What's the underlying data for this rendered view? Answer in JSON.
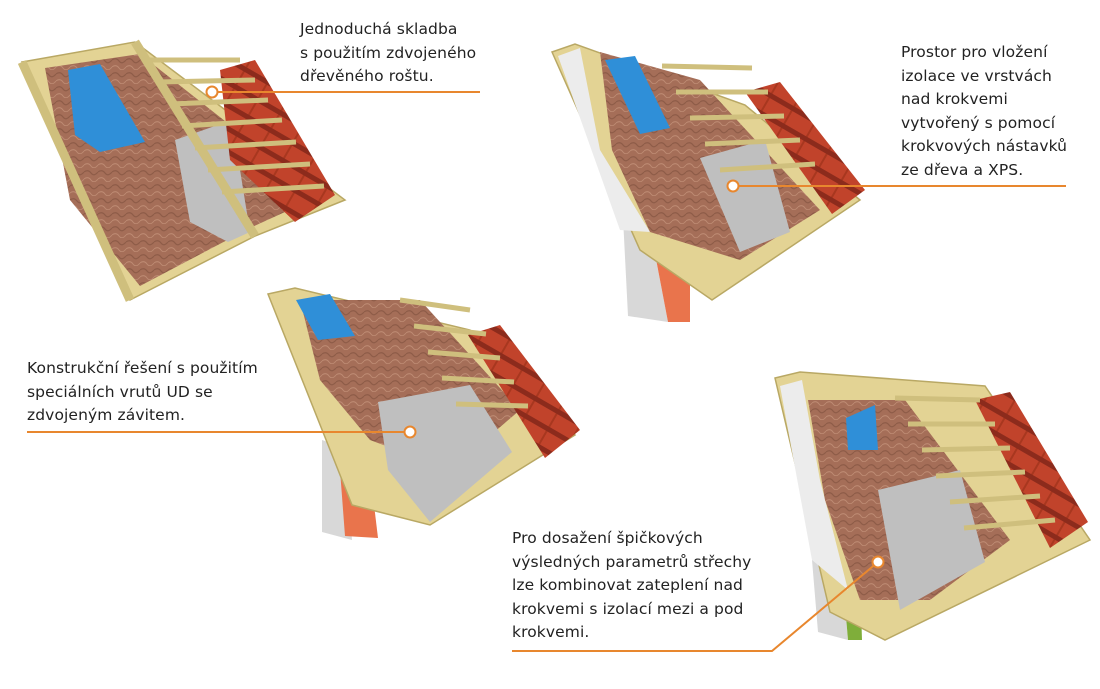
{
  "colors": {
    "leader_line": "#e8872e",
    "timber": "#e3d394",
    "timber_dark": "#b9a864",
    "insulation": "#a56e58",
    "insulation_dark": "#7f4f3e",
    "membrane": "#bfbfbf",
    "vapor_barrier": "#2f8fd8",
    "roof_tile": "#c1432b",
    "roof_tile_dark": "#8c2b1c",
    "board_white": "#ececec",
    "brick": "#e9744c",
    "masonry": "#d8d8d8",
    "green_board": "#7fae3a"
  },
  "captions": {
    "c1": "Jednoduchá skladba\ns použitím zdvojeného\ndřevěného roštu.",
    "c2": "Prostor pro vložení\nizolace ve vrstvách\nnad krokvemi\nvytvořený s pomocí\nkrokvových nástavků\nze dřeva a XPS.",
    "c3": "Konstrukční řešení s použitím\nspeciálních vrutů UD se\nzdvojeným závitem.",
    "c4": "Pro dosažení špičkových\nvýsledných parametrů střechy\nlze kombinovat zateplení nad\nkrokvemi s izolací mezi a pod\nkrokvemi."
  },
  "icons": {
    "marker": "leader-point-icon",
    "illustration": "roof-section-icon"
  }
}
